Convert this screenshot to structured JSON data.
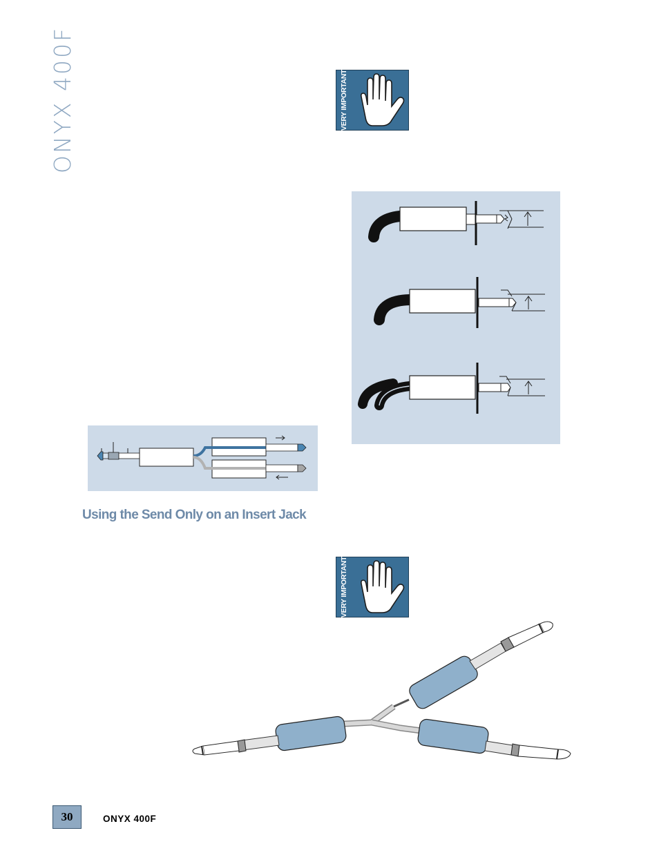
{
  "header": {
    "side_title": "ONYX 400F"
  },
  "badges": {
    "top_label": "VERY IMPORTANT",
    "bottom_label": "VERY IMPORTANT"
  },
  "section": {
    "heading": "Using the Send Only on an Insert Jack"
  },
  "footer": {
    "page_number": "30",
    "product_name": "ONYX 400F"
  },
  "colors": {
    "accent_blue": "#3a6f96",
    "panel_blue": "#cddae8",
    "plug_blue": "#8fb0cb",
    "heading_blue": "#6e8aa8",
    "side_title": "#8fa8c2"
  }
}
